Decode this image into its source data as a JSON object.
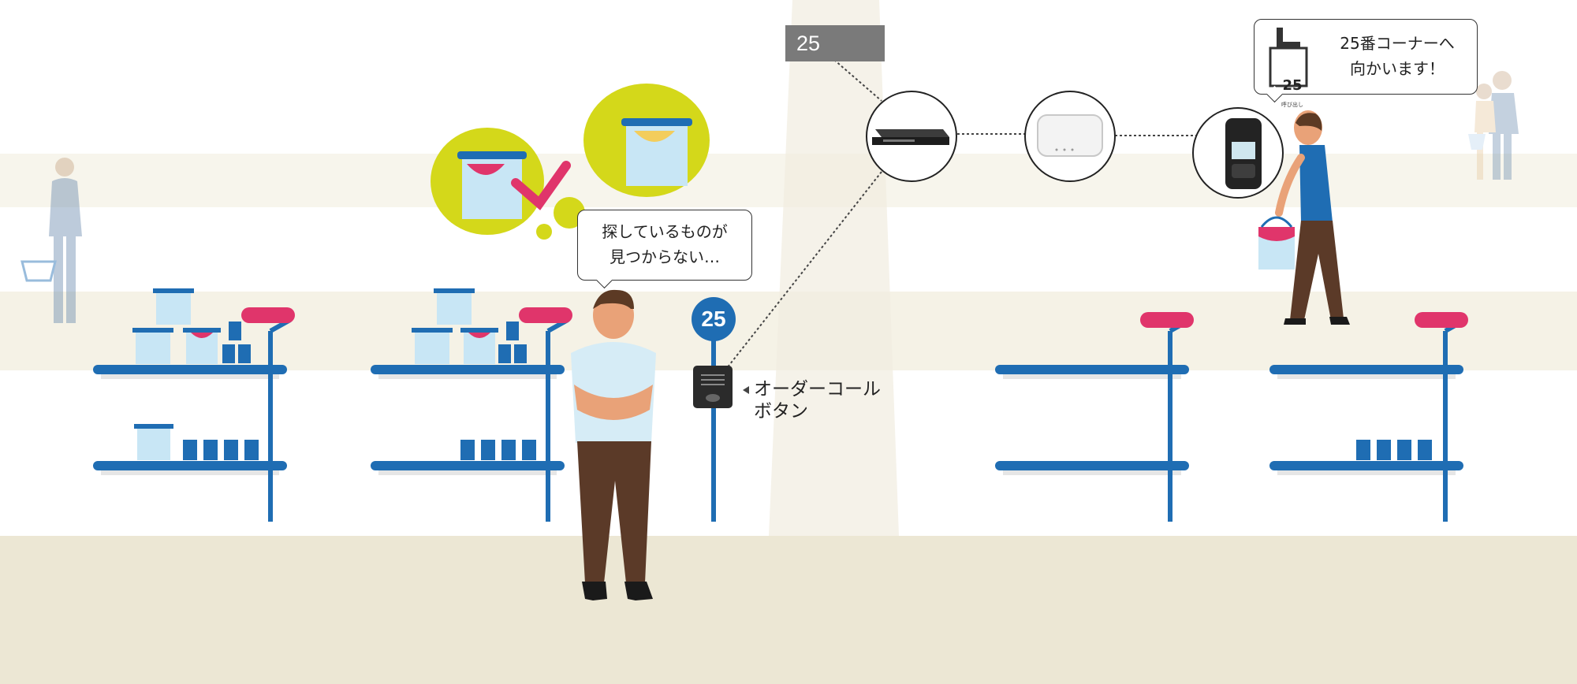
{
  "customer_bubble": {
    "line1": "探しているものが",
    "line2": "見つからない…"
  },
  "staff_bubble": {
    "line1": "25番コーナーへ",
    "line2": "向かいます！"
  },
  "pager_display": {
    "number": "25",
    "subtext": "呼び出し"
  },
  "number_tag": "25",
  "pole_sign": "25",
  "order_call_button": {
    "line1": "オーダーコール",
    "line2": "ボタン"
  },
  "colors": {
    "blue": "#1f6db3",
    "pink": "#e0356b",
    "lime": "#d4d81a",
    "floor": "#ece7d4",
    "gray_tag": "#7a7a7a"
  }
}
